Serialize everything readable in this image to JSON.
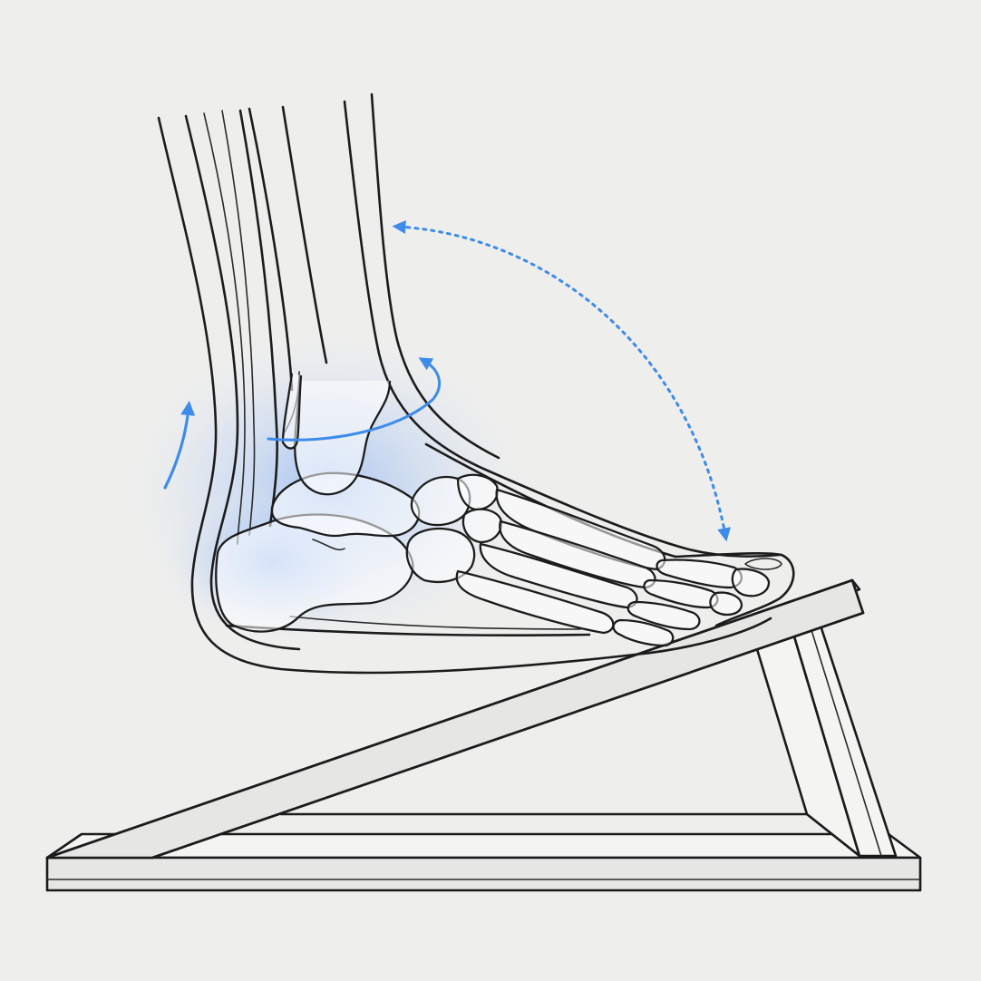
{
  "colors": {
    "background": "#eeeeed",
    "line": "#1c1c1c",
    "accent": "#3d8bea",
    "glow": "#8fb6f2"
  },
  "annotations": {
    "range_of_motion": "dotted-double-arrow",
    "heel_lift": "curved-up-arrow",
    "ankle_rotation": "circular-arrow"
  }
}
